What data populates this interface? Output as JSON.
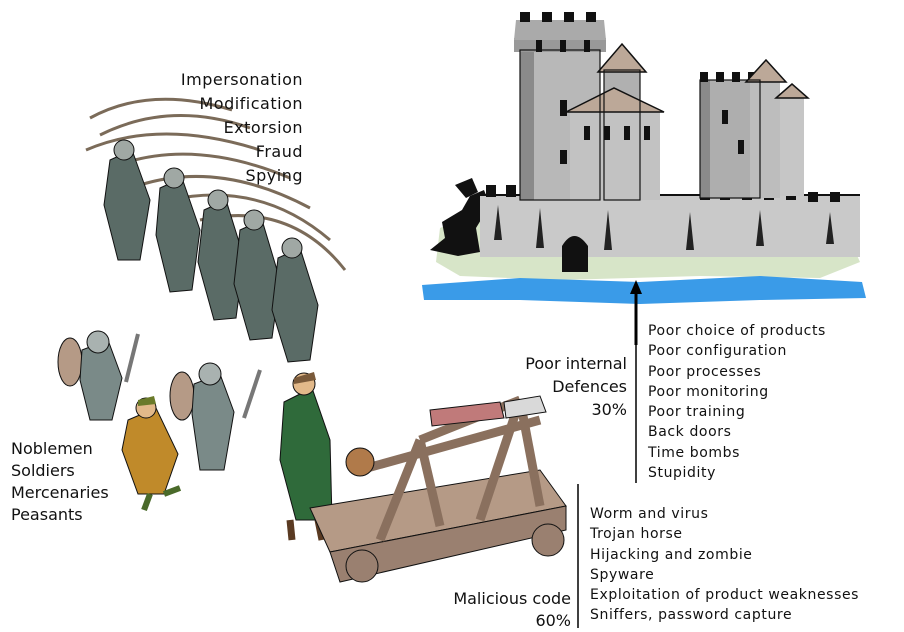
{
  "threats": [
    "Impersonation",
    "Modification",
    "Extorsion",
    "Fraud",
    "Spying"
  ],
  "attackers": [
    "Noblemen",
    "Soldiers",
    "Mercenaries",
    "Peasants"
  ],
  "internal_defences": {
    "label_line1": "Poor internal",
    "label_line2": "Defences",
    "percent": "30%",
    "items": [
      "Poor choice of products",
      "Poor configuration",
      "Poor processes",
      "Poor monitoring",
      "Poor training",
      "Back doors",
      "Time bombs",
      "Stupidity"
    ]
  },
  "malicious_code": {
    "label": "Malicious code",
    "percent": "60%",
    "items": [
      "Worm and virus",
      "Trojan horse",
      "Hijacking and zombie",
      "Spyware",
      "Exploitation of product weaknesses",
      "Sniffers, password capture"
    ]
  },
  "colors": {
    "water": "#3a9be8",
    "stone": "#c8c8c8",
    "roof": "#bca898",
    "wood": "#b59a86",
    "archer": "#5a6b66"
  }
}
